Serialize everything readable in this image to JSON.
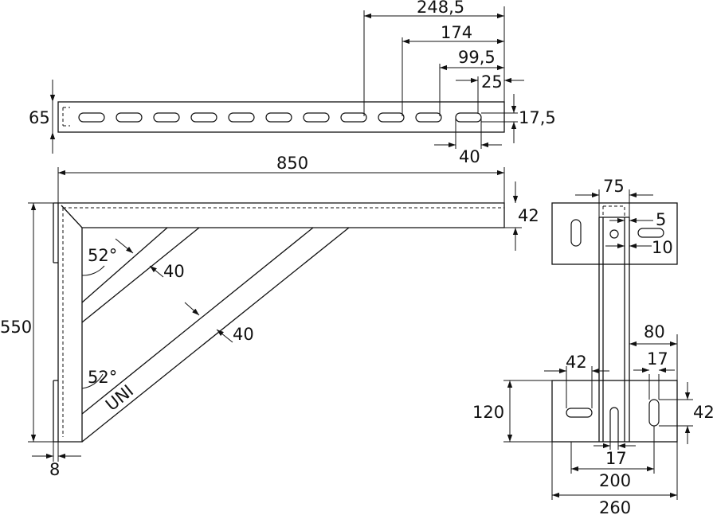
{
  "top_view": {
    "dims": {
      "d1": "248,5",
      "d2": "174",
      "d3": "99,5",
      "d4": "25",
      "height": "65",
      "slot_width": "17,5",
      "slot_length": "40"
    }
  },
  "side_view": {
    "dims": {
      "length": "850",
      "arm_height": "42",
      "height": "550",
      "wall": "8",
      "strut_width_1": "40",
      "strut_width_2": "40",
      "angle_1": "52°",
      "angle_2": "52°"
    },
    "label": "UNI"
  },
  "end_view": {
    "dims": {
      "top_width": "75",
      "top_5": "5",
      "top_10": "10",
      "d80": "80",
      "d42_left": "42",
      "d17_top": "17",
      "d120": "120",
      "d42_right": "42",
      "d17_bottom": "17",
      "d200": "200",
      "d260": "260"
    }
  }
}
